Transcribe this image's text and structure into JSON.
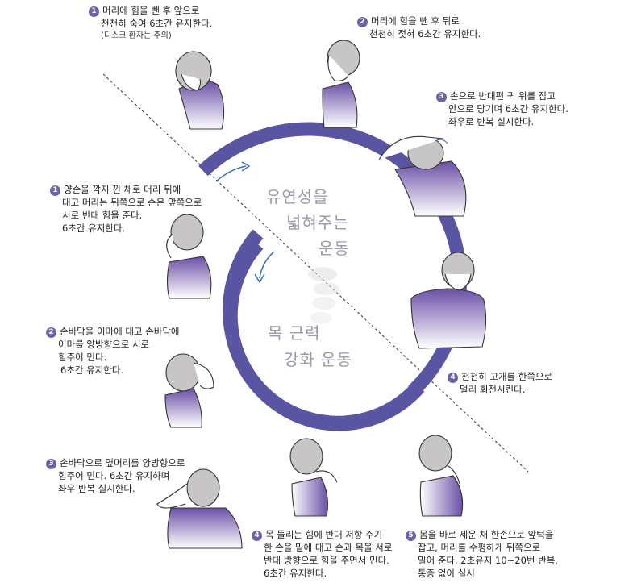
{
  "center": {
    "top_title_lines": [
      "유연성을",
      "넓혀주는",
      "운동"
    ],
    "bottom_title_lines": [
      "목 근력",
      "강화 운동"
    ]
  },
  "flexibility": [
    {
      "num": "1",
      "lines": [
        "머리에 힘을 뺀 후 앞으로",
        "천천히 숙여 6초간 유지한다."
      ],
      "note": "(디스크 환자는 주의)"
    },
    {
      "num": "2",
      "lines": [
        "머리에 힘을 뺀 후  뒤로",
        "천천히 젖혀 6초간 유지한다."
      ]
    },
    {
      "num": "3",
      "lines": [
        "손으로 반대편 귀 위를 잡고",
        "안으로 당기며 6초간 유지한다.",
        "좌우로 반복 실시한다."
      ]
    },
    {
      "num": "4",
      "lines": [
        "천천히 고개를 한쪽으로",
        "멀리 회전시킨다."
      ]
    }
  ],
  "strength": [
    {
      "num": "1",
      "lines": [
        "양손을 깍지 낀 채로 머리 뒤에",
        "대고 머리는 뒤쪽으로 손은 앞쪽으로",
        "서로 반대 힘을 준다.",
        "6초간 유지한다."
      ]
    },
    {
      "num": "2",
      "lines": [
        "손바닥을 이마에 대고 손바닥에",
        "이마를 양방향으로 서로",
        "힘주어 민다.",
        "6초간 유지한다."
      ]
    },
    {
      "num": "3",
      "lines": [
        "손바닥으로 옆머리를 양방향으로",
        "힘주어 민다. 6초간 유지하며",
        "좌우 반복 실시한다."
      ]
    },
    {
      "num": "4",
      "lines": [
        "목 돌리는 힘에 반대 저항 주기",
        "한 손을 밑에 대고 손과 목을 서로",
        "반대 방향으로 힘을 주면서 민다.",
        "6초간 유지한다."
      ]
    },
    {
      "num": "5",
      "lines": [
        "몸을 바로 세운 채 한손으로 앞턱을",
        "잡고, 머리를 수평하게 뒤쪽으로",
        "밀어 준다. 2초유지 10~20번 반복,",
        "통증 없이 실시"
      ]
    }
  ],
  "colors": {
    "ring": "#5a55a3",
    "shirt_top": "#6b4fa6",
    "shirt_bottom": "#ffffff",
    "skin": "#ffffff",
    "hair": "#c7c5c5",
    "outline": "#333333",
    "badge": "#6c62a8"
  }
}
